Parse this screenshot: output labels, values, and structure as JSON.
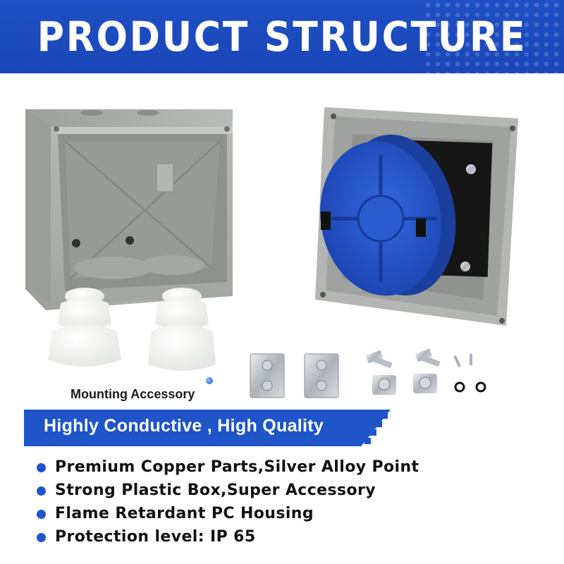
{
  "header": {
    "title": "PRODUCT STRUCTURE"
  },
  "accessory": {
    "label": "Mounting Accessory"
  },
  "banner": {
    "text": "Highly Conductive , High Quality"
  },
  "features": [
    "Premium Copper Parts,Silver Alloy Point",
    "Strong Plastic Box,Super Accessory",
    "Flame Retardant PC Housing",
    "Protection level: IP 65"
  ],
  "colors": {
    "header_blue": "#1e4fc4",
    "banner_blue": "#1f55c9",
    "housing_grey": "#a9aca8",
    "switch_blue": "#2452c8"
  },
  "icons": {
    "bullet": "dot-bullet-icon",
    "banner_mark": "checkered-stripes-icon"
  }
}
